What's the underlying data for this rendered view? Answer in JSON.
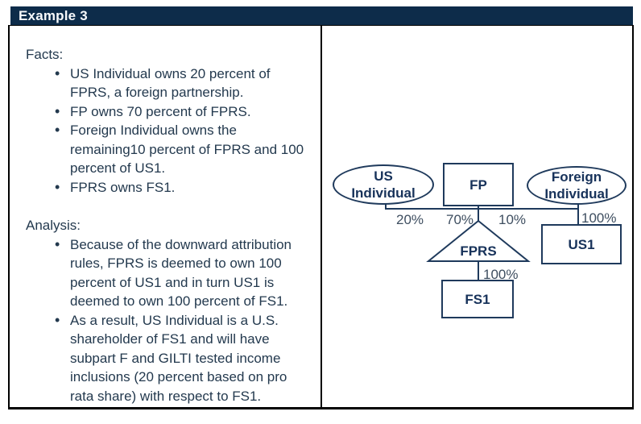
{
  "header": {
    "title": "Example 3"
  },
  "left_panel": {
    "facts": {
      "label": "Facts:",
      "items": [
        "US Individual owns 20 percent of FPRS, a foreign partnership.",
        "FP owns 70 percent of FPRS.",
        "Foreign Individual owns the remaining10 percent of FPRS and 100 percent of US1.",
        "FPRS owns FS1."
      ]
    },
    "analysis": {
      "label": "Analysis:",
      "items": [
        "Because of the downward attribution rules, FPRS is deemed to own 100 percent of US1 and in turn US1 is deemed to own 100 percent of FS1.",
        "As a result, US Individual is a U.S. shareholder of FS1 and will have subpart F and GILTI tested income inclusions (20 percent based on pro rata share) with respect to FS1."
      ]
    }
  },
  "diagram": {
    "nodes": [
      {
        "id": "us-individual",
        "shape": "ellipse",
        "label": "US Individual"
      },
      {
        "id": "fp",
        "shape": "rect",
        "label": "FP"
      },
      {
        "id": "foreign-individual",
        "shape": "ellipse",
        "label": "Foreign Individual"
      },
      {
        "id": "fprs",
        "shape": "triangle",
        "label": "FPRS"
      },
      {
        "id": "us1",
        "shape": "rect",
        "label": "US1"
      },
      {
        "id": "fs1",
        "shape": "rect",
        "label": "FS1"
      }
    ],
    "edges": [
      {
        "from": "US Individual",
        "to": "FPRS",
        "label": "20%"
      },
      {
        "from": "FP",
        "to": "FPRS",
        "label": "70%"
      },
      {
        "from": "Foreign Individual",
        "to": "FPRS",
        "label": "10%"
      },
      {
        "from": "Foreign Individual",
        "to": "US1",
        "label": "100%"
      },
      {
        "from": "FPRS",
        "to": "FS1",
        "label": "100%"
      }
    ]
  },
  "colors": {
    "header_bg": "#0d2c4a",
    "header_text": "#f7f9fb",
    "body_text": "#23394e",
    "shape_stroke": "#1f3a5c",
    "node_label": "#17325a",
    "edge_label": "#3e4e60",
    "table_border": "#000000"
  }
}
